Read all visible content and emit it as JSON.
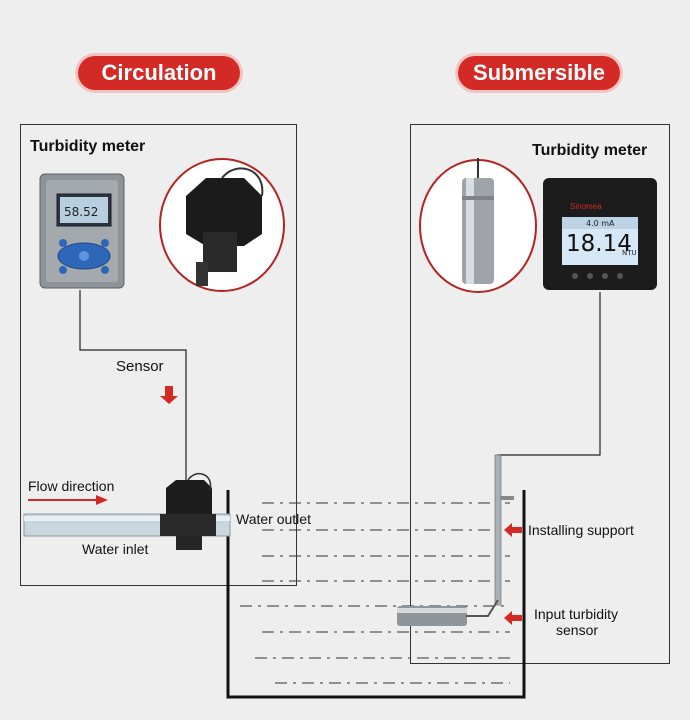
{
  "circulation": {
    "header": "Circulation",
    "title": "Turbidity meter",
    "meter_reading": "58.52",
    "labels": {
      "sensor": "Sensor",
      "flow_direction": "Flow direction",
      "water_inlet": "Water inlet",
      "water_outlet": "Water outlet"
    }
  },
  "submersible": {
    "header": "Submersible",
    "title": "Turbidity meter",
    "brand": "Sinomea",
    "lcd_top": "4.0 mA",
    "lcd_value": "18.14",
    "lcd_unit": "NTU",
    "labels": {
      "installing_support": "Installing support",
      "input_sensor_line1": "Input turbidity",
      "input_sensor_line2": "sensor"
    }
  },
  "colors": {
    "accent": "#d42a26",
    "panel_border": "#333333",
    "background": "#eeeeee"
  },
  "icons": [
    "red-arrow-icon",
    "flow-arrow-icon"
  ]
}
